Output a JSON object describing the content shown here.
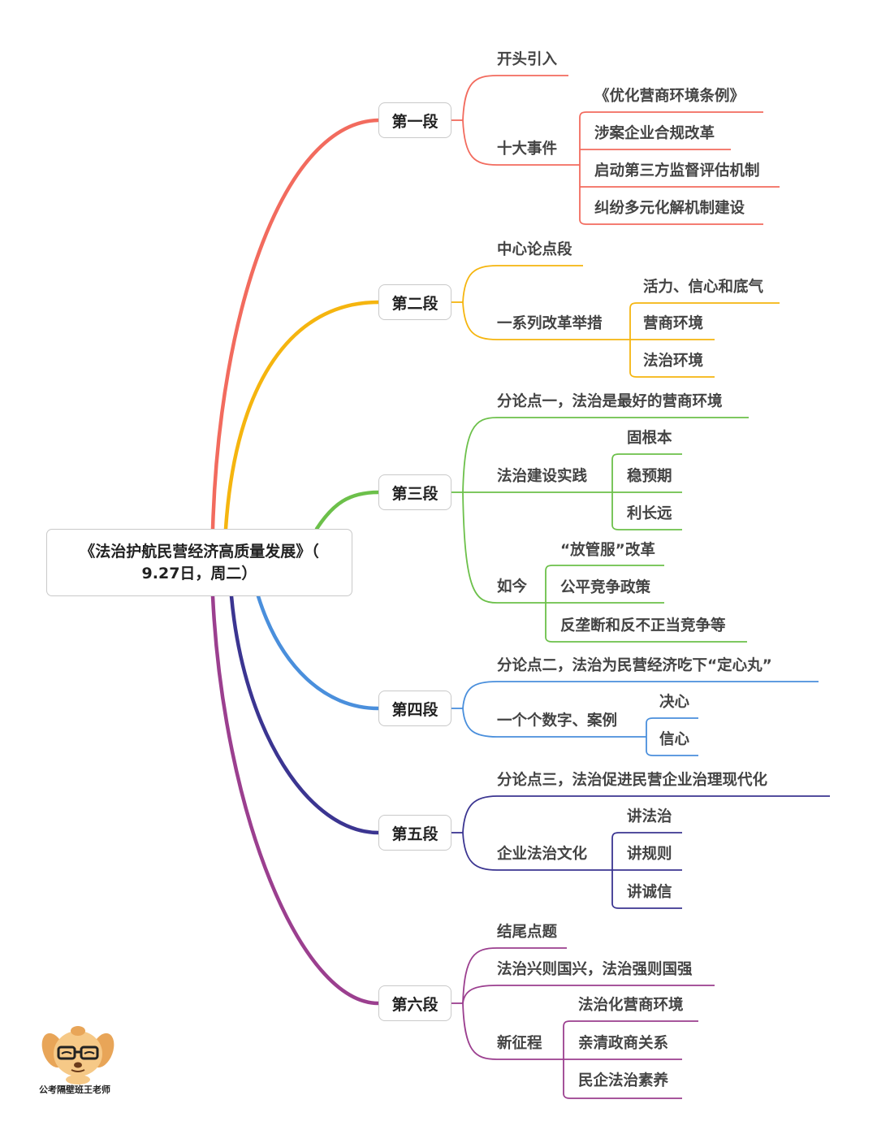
{
  "root": {
    "line1": "《法治护航民营经济高质量发展》（",
    "line2": "9.27日，周二）"
  },
  "colors": {
    "sec1": "#f26b5e",
    "sec2": "#f5b50f",
    "sec3": "#6cc04a",
    "sec4": "#4a8fdc",
    "sec5": "#3b3591",
    "sec6": "#9b3f8f"
  },
  "sections": {
    "s1": {
      "label": "第一段",
      "b1": "开头引入",
      "b2": "十大事件",
      "b2_items": [
        "《优化营商环境条例》",
        "涉案企业合规改革",
        "启动第三方监督评估机制",
        "纠纷多元化解机制建设"
      ]
    },
    "s2": {
      "label": "第二段",
      "b1": "中心论点段",
      "b2": "一系列改革举措",
      "b2_items": [
        "活力、信心和底气",
        "营商环境",
        "法治环境"
      ]
    },
    "s3": {
      "label": "第三段",
      "b1": "分论点一，法治是最好的营商环境",
      "b2": "法治建设实践",
      "b2_items": [
        "固根本",
        "稳预期",
        "利长远"
      ],
      "b3": "如今",
      "b3_items": [
        "“放管服”改革",
        "公平竞争政策",
        "反垄断和反不正当竞争等"
      ]
    },
    "s4": {
      "label": "第四段",
      "b1": "分论点二，法治为民营经济吃下“定心丸”",
      "b2": "一个个数字、案例",
      "b2_items": [
        "决心",
        "信心"
      ]
    },
    "s5": {
      "label": "第五段",
      "b1": "分论点三，法治促进民营企业治理现代化",
      "b2": "企业法治文化",
      "b2_items": [
        "讲法治",
        "讲规则",
        "讲诚信"
      ]
    },
    "s6": {
      "label": "第六段",
      "b1": "结尾点题",
      "b2": "法治兴则国兴，法治强则国强",
      "b3": "新征程",
      "b3_items": [
        "法治化营商环境",
        "亲清政商关系",
        "民企法治素养"
      ]
    }
  },
  "watermark": {
    "caption": "公考隔壁班王老师",
    "icon": "cartoon-dog-with-glasses-icon"
  }
}
